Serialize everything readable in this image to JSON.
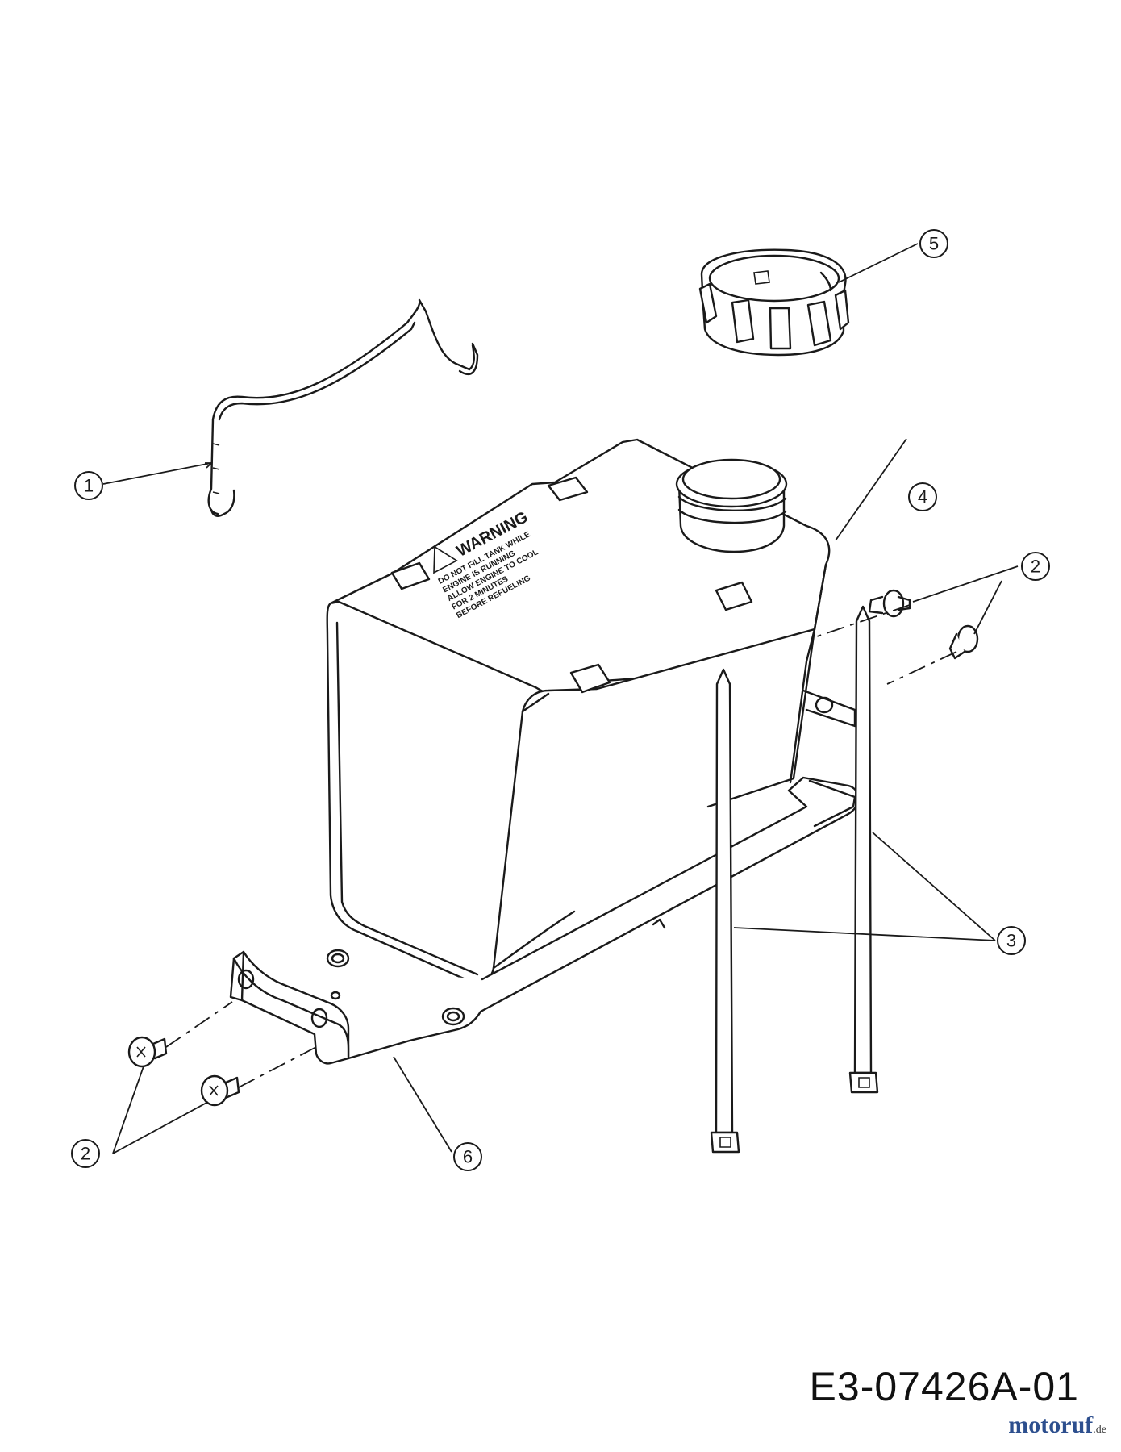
{
  "drawing": {
    "part_number": "E3-07426A-01"
  },
  "watermark": {
    "name": "motoruf",
    "tld": ".de"
  },
  "warning_label": {
    "title": "WARNING",
    "lines": [
      "DO NOT FILL TANK WHILE",
      "ENGINE IS RUNNING",
      "ALLOW ENGINE TO COOL",
      "FOR 2 MINUTES",
      "BEFORE REFUELING"
    ]
  },
  "callouts": [
    {
      "id": "callout-1",
      "label": "1"
    },
    {
      "id": "callout-2a",
      "label": "2"
    },
    {
      "id": "callout-2b",
      "label": "2"
    },
    {
      "id": "callout-3",
      "label": "3"
    },
    {
      "id": "callout-4",
      "label": "4"
    },
    {
      "id": "callout-5",
      "label": "5"
    },
    {
      "id": "callout-6",
      "label": "6"
    }
  ],
  "colors": {
    "line": "#1a1a1a",
    "background": "#ffffff",
    "watermark": "#2d4f8e"
  }
}
